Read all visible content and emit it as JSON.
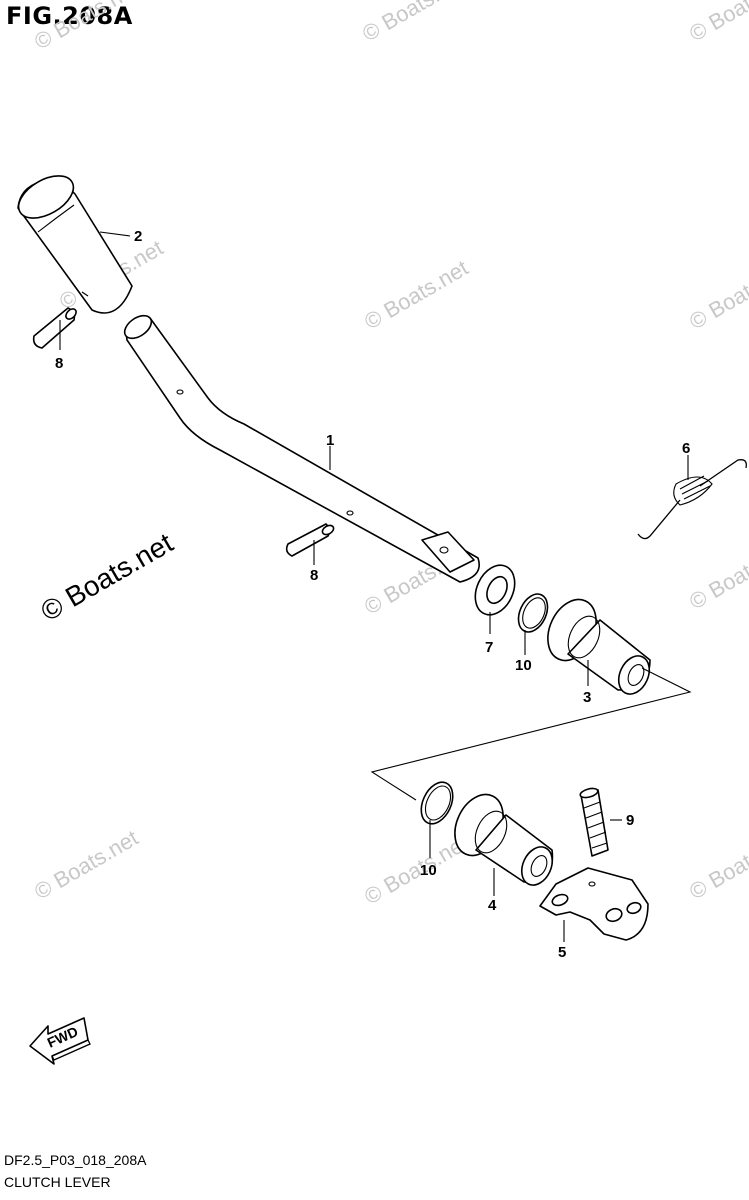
{
  "figure": {
    "title": "FIG.208A",
    "code": "DF2.5_P03_018_208A",
    "caption": "CLUTCH LEVER"
  },
  "watermark": {
    "text": "© Boats.net",
    "primary_text": "© Boats.net"
  },
  "direction_indicator": {
    "label": "FWD"
  },
  "callouts": {
    "c1": "1",
    "c2": "2",
    "c3": "3",
    "c4": "4",
    "c5": "5",
    "c6": "6",
    "c7": "7",
    "c8a": "8",
    "c8b": "8",
    "c9": "9",
    "c10a": "10",
    "c10b": "10"
  }
}
